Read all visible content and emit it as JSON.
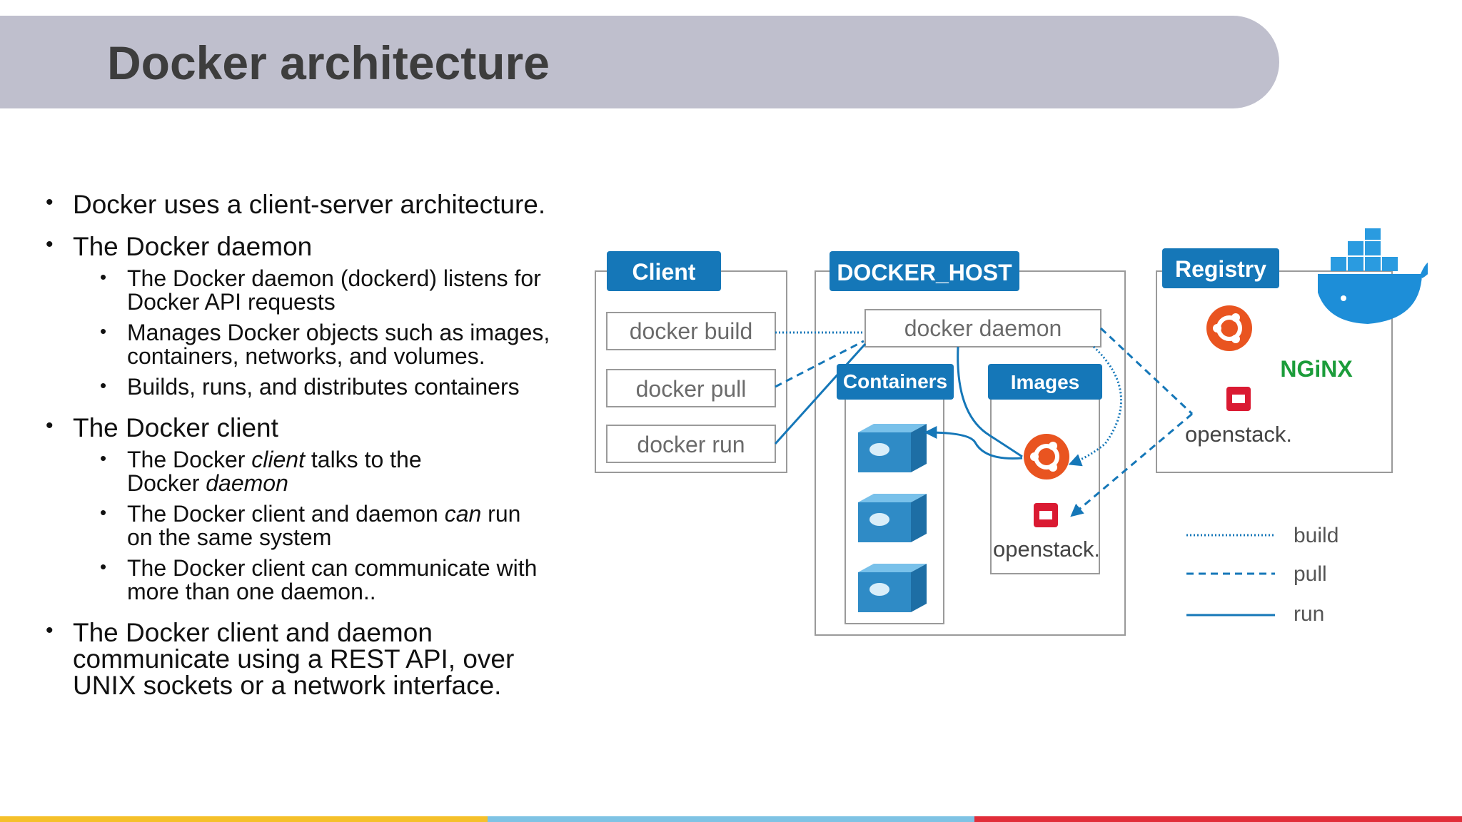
{
  "slide": {
    "title": "Docker architecture"
  },
  "bullets": [
    {
      "text": "Docker uses a client-server architecture.",
      "sub": []
    },
    {
      "text": "The Docker daemon",
      "sub": [
        [
          "The Docker daemon (dockerd) listens for",
          "Docker API requests"
        ],
        [
          "Manages Docker objects such as images,",
          "containers, networks, and volumes."
        ],
        [
          "Builds, runs, and distributes containers"
        ]
      ]
    },
    {
      "text": "The Docker client",
      "sub": []
    },
    {
      "text1": "The Docker client and daemon",
      "text2": "communicate using a REST API, over",
      "text3": "UNIX sockets or a network interface."
    }
  ],
  "client_sub": {
    "s1a_pre": "The Docker ",
    "s1a_em": "client",
    "s1a_post": " talks to the",
    "s1b_pre": "Docker ",
    "s1b_em": "daemon",
    "s2a_pre": "The Docker client and daemon ",
    "s2a_em": "can",
    "s2a_post": " run",
    "s2b": "on the same system",
    "s3a": "The Docker client can communicate with",
    "s3b": "more than one daemon.."
  },
  "diagram": {
    "client_label": "Client",
    "host_label": "DOCKER_HOST",
    "registry_label": "Registry",
    "commands": [
      "docker build",
      "docker pull",
      "docker run"
    ],
    "daemon_label": "docker daemon",
    "containers_label": "Containers",
    "images_label": "Images",
    "openstack_label": "openstack.",
    "nginx_label": "NGiNX",
    "legend": [
      {
        "label": "build",
        "style": "dotted"
      },
      {
        "label": "pull",
        "style": "dashed"
      },
      {
        "label": "run",
        "style": "solid"
      }
    ],
    "colors": {
      "accent": "#1577b8",
      "ubuntu": "#e95420",
      "openstack": "#da1a32",
      "nginx": "#1b9c3a"
    }
  },
  "bottom_strip_colors": [
    "#f5c02a",
    "#7fc3e4",
    "#e12d39"
  ]
}
